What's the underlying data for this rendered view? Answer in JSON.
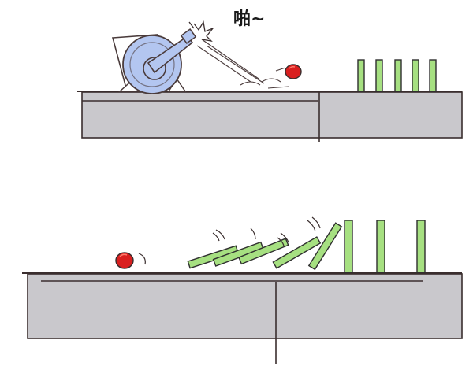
{
  "sound_effect": "啪~",
  "colors": {
    "table_fill": "#c9c8cc",
    "table_top": "#d4d3d6",
    "outline": "#3a2e2e",
    "machine_body": "#b3c6f0",
    "machine_outline": "#4a3b3b",
    "ball": "#d91f1f",
    "ball_highlight": "#ff7a6b",
    "domino_fill": "#a6e081",
    "domino_outline": "#2f2f2f"
  },
  "icons": {
    "launcher": "ball-launcher-icon",
    "ball": "red-ball-icon",
    "domino": "domino-icon"
  },
  "scenes": [
    {
      "name": "launch",
      "standing_dominoes": 5,
      "fallen_dominoes": 0
    },
    {
      "name": "topple",
      "standing_dominoes": 3,
      "fallen_dominoes": 5
    }
  ]
}
